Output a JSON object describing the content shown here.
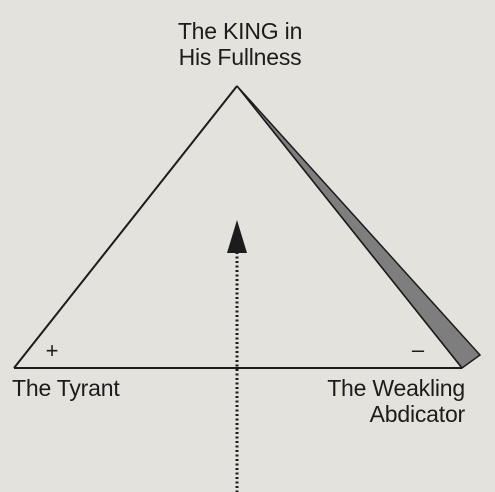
{
  "diagram": {
    "apex": {
      "line1": "The KING in",
      "line2": "His Fullness"
    },
    "left_pole": {
      "label": "The Tyrant",
      "sign": "+"
    },
    "right_pole": {
      "line1": "The Weakling",
      "line2": "Abdicator",
      "sign": "–"
    },
    "colors": {
      "paper": "#e4e2dd",
      "ink": "#1c1c1c",
      "shadow": "#7e7e7e"
    },
    "arrow_icon": "arrow-up-icon"
  }
}
